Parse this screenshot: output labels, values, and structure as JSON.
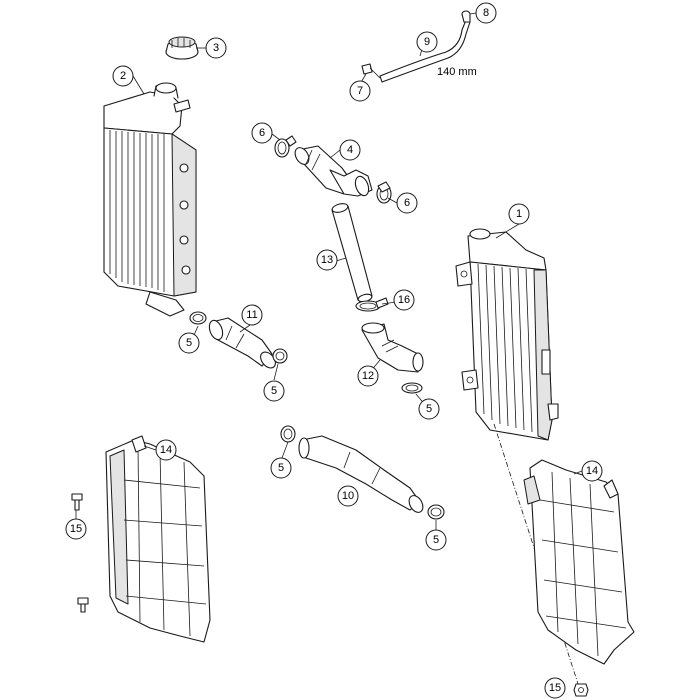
{
  "callouts": [
    "1",
    "2",
    "3",
    "4",
    "5",
    "6",
    "7",
    "8",
    "9",
    "10",
    "11",
    "12",
    "13",
    "14",
    "15",
    "16"
  ],
  "dimension": "140 mm"
}
